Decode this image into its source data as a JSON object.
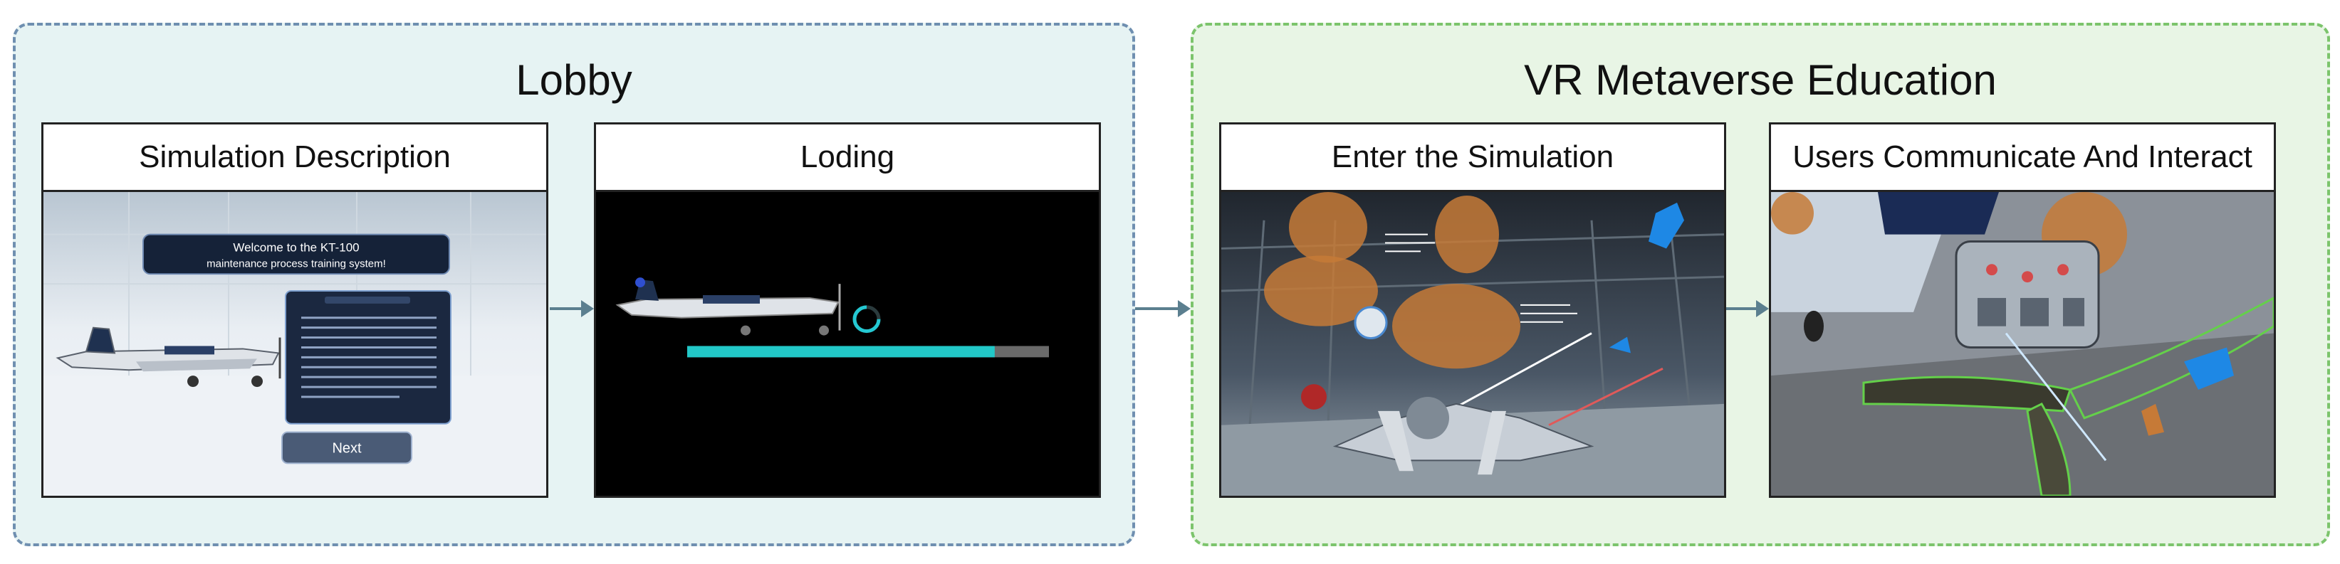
{
  "groups": {
    "lobby": {
      "title": "Lobby"
    },
    "vr": {
      "title": "VR Metaverse Education"
    }
  },
  "panels": [
    {
      "title": "Simulation Description",
      "welcome_line1": "Welcome to the KT-100",
      "welcome_line2": "maintenance process training system!",
      "next_label": "Next"
    },
    {
      "title": "Loding",
      "progress_percent": 85
    },
    {
      "title": "Enter the Simulation"
    },
    {
      "title": "Users Communicate And Interact"
    }
  ],
  "colors": {
    "lobby_bg": "#e6f3f3",
    "lobby_border": "#6f8fb0",
    "vr_bg": "#e8f5e5",
    "vr_border": "#7cc46c",
    "arrow": "#5b7f8f",
    "progress": "#22c8c8"
  }
}
